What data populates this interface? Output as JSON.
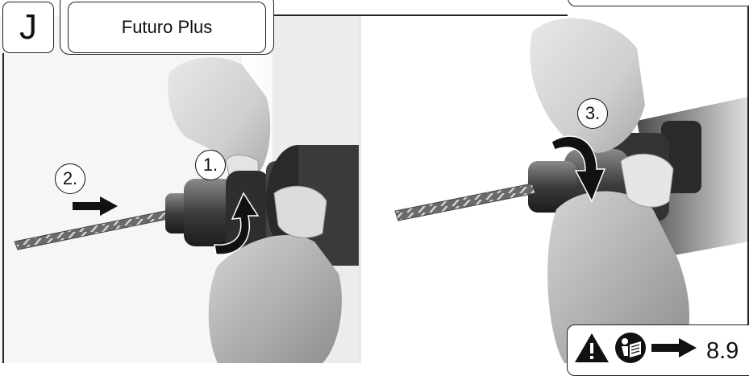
{
  "section": {
    "letter": "J"
  },
  "header": {
    "product": "Futuro Plus"
  },
  "steps": {
    "one": "1.",
    "two": "2.",
    "three": "3."
  },
  "reference": {
    "section_number": "8.9"
  },
  "icons": [
    "warning-triangle-icon",
    "read-manual-icon",
    "arrow-right-icon",
    "arrow-right-icon",
    "rotate-arrow-icon",
    "rotate-arrow-icon"
  ]
}
